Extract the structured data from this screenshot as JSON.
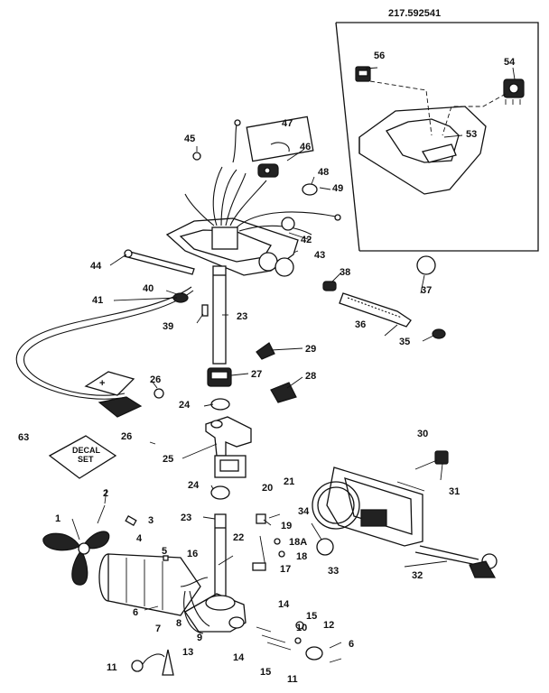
{
  "diagram": {
    "header_number": "217.592541",
    "decal_text_line1": "DECAL",
    "decal_text_line2": "SET",
    "callouts": {
      "c1": "1",
      "c2": "2",
      "c3": "3",
      "c4": "4",
      "c5": "5",
      "c6a": "6",
      "c6b": "6",
      "c7": "7",
      "c8": "8",
      "c9": "9",
      "c10": "10",
      "c11a": "11",
      "c11b": "11",
      "c12": "12",
      "c13": "13",
      "c14a": "14",
      "c14b": "14",
      "c15a": "15",
      "c15b": "15",
      "c16": "16",
      "c17": "17",
      "c18": "18",
      "c18a": "18A",
      "c19": "19",
      "c20": "20",
      "c21": "21",
      "c22": "22",
      "c23a": "23",
      "c23b": "23",
      "c24a": "24",
      "c24b": "24",
      "c25": "25",
      "c26a": "26",
      "c26b": "26",
      "c27": "27",
      "c28": "28",
      "c29": "29",
      "c30": "30",
      "c31": "31",
      "c32": "32",
      "c33": "33",
      "c34": "34",
      "c35": "35",
      "c36": "36",
      "c37": "37",
      "c38": "38",
      "c39": "39",
      "c40": "40",
      "c41": "41",
      "c42": "42",
      "c43": "43",
      "c44": "44",
      "c45": "45",
      "c46": "46",
      "c47": "47",
      "c48": "48",
      "c49": "49",
      "c53": "53",
      "c54": "54",
      "c56": "56",
      "c63": "63"
    }
  }
}
